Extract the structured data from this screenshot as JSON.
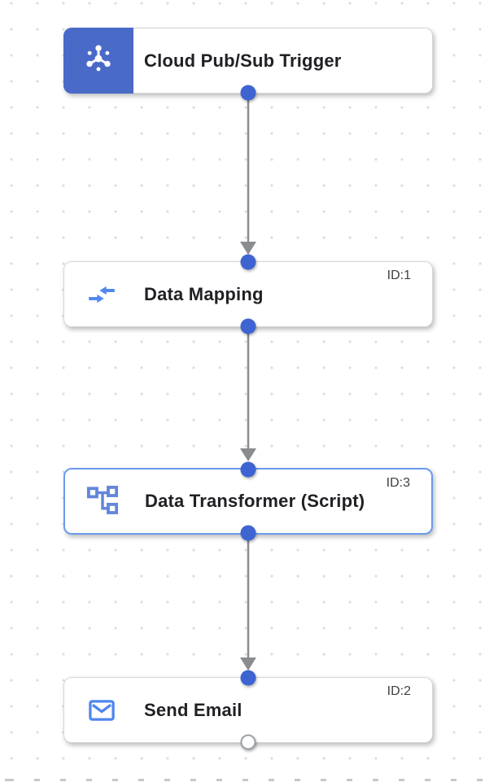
{
  "app": {
    "name": "integration-workflow-canvas",
    "view": "flow-editor"
  },
  "flow": {
    "nodes": [
      {
        "title": "Cloud Pub/Sub Trigger",
        "type": "trigger",
        "icon": "pubsub-icon",
        "selected": false
      },
      {
        "title": "Data Mapping",
        "badge": "ID:1",
        "type": "task",
        "icon": "data-mapping-icon",
        "selected": false
      },
      {
        "title": "Data Transformer (Script)",
        "badge": "ID:3",
        "type": "task",
        "icon": "data-transformer-icon",
        "selected": true
      },
      {
        "title": "Send Email",
        "badge": "ID:2",
        "type": "task",
        "icon": "email-icon",
        "selected": false
      }
    ],
    "edges": [
      {
        "from": "Cloud Pub/Sub Trigger",
        "to": "Data Mapping"
      },
      {
        "from": "Data Mapping",
        "to": "Data Transformer (Script)"
      },
      {
        "from": "Data Transformer (Script)",
        "to": "Send Email"
      }
    ]
  },
  "colors": {
    "trigger_block": "#4a6ac8",
    "port_dot": "#3e64d1",
    "edge": "#8a8c90",
    "selected_border": "#6b9bee",
    "node_border": "#d5d6d8",
    "title_text": "#202124",
    "badge_text": "#3f4043",
    "grid_dot": "#dcddde",
    "icon_blue": "#5388ee",
    "icon_blue_muted": "#6286db"
  }
}
